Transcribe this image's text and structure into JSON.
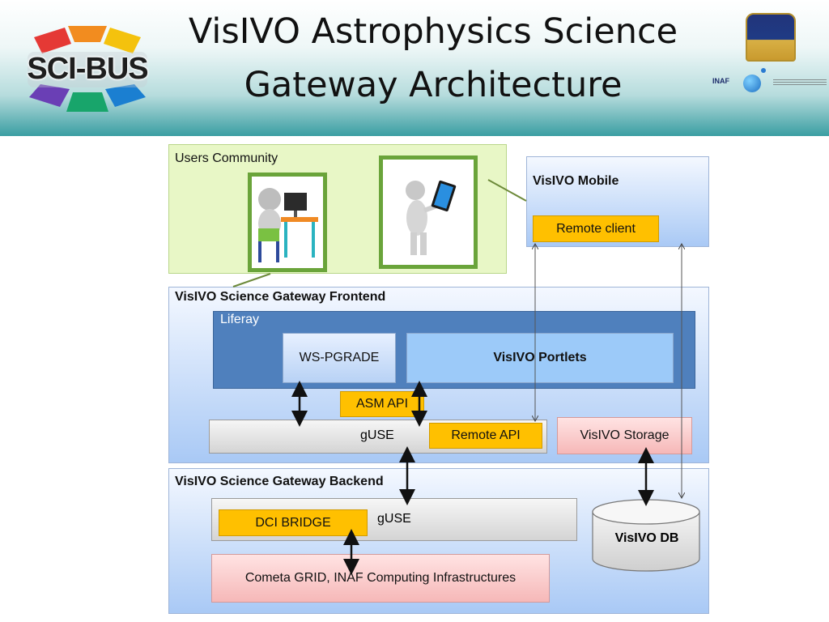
{
  "header": {
    "title": "VisIVO Astrophysics Science Gateway Architecture",
    "left_logo": "SCI-BUS",
    "right_logo": "INAF",
    "gradient_color": "#3a9ea2"
  },
  "users": {
    "label": "Users Community",
    "images": [
      "desktop-user-icon",
      "tablet-user-icon"
    ]
  },
  "mobile": {
    "label": "VisIVO Mobile",
    "remote_client": "Remote client"
  },
  "frontend": {
    "label": "VisIVO Science Gateway Frontend",
    "liferay": "Liferay",
    "wspgrade": "WS-PGRADE",
    "portlets": "VisIVO Portlets",
    "asm_api": "ASM API",
    "guse": "gUSE",
    "remote_api": "Remote API",
    "storage": "VisIVO Storage"
  },
  "backend": {
    "label": "VisIVO Science Gateway Backend",
    "dci_bridge": "DCI BRIDGE",
    "guse": "gUSE",
    "cometa": "Cometa GRID, INAF Computing Infrastructures",
    "db": "VisIVO DB"
  },
  "colors": {
    "panel_blue": "#a9c9f5",
    "liferay_blue": "#4f80bd",
    "orange": "#ffc000",
    "pink": "#f6b8b8",
    "users_green": "#e8f7c6",
    "frame_green": "#6aa43a"
  }
}
